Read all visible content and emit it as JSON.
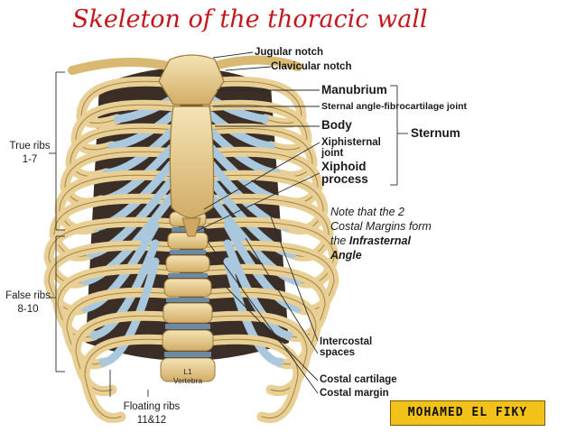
{
  "title": "Skeleton of the thoracic wall",
  "labels": {
    "jugular_notch": "Jugular notch",
    "clavicular_notch": "Clavicular notch",
    "manubrium": "Manubrium",
    "sternal_angle": "Sternal angle-fibrocartilage joint",
    "body": "Body",
    "sternum": "Sternum",
    "xiphisternal_line1": "Xiphisternal",
    "xiphisternal_line2": "joint",
    "xiphoid_line1": "Xiphoid",
    "xiphoid_line2": "process",
    "intercostal_line1": "Intercostal",
    "intercostal_line2": "spaces",
    "costal_cartilage": "Costal cartilage",
    "costal_margin": "Costal margin"
  },
  "note": {
    "line1": "Note that the 2",
    "line2": "Costal Margins form",
    "line3_prefix": "the ",
    "line3_bold": "Infrasternal",
    "line4_bold": "Angle"
  },
  "side_labels": {
    "true_ribs_line1": "True ribs",
    "true_ribs_line2": "1-7",
    "false_ribs_line1": "False ribs",
    "false_ribs_line2": "8-10",
    "floating_ribs_line1": "Floating ribs",
    "floating_ribs_line2": "11&12"
  },
  "vertebra": {
    "line1": "L1",
    "line2": "Vertebra"
  },
  "author_badge": "MOHAMED EL FIKY",
  "colors": {
    "title": "#c4161c",
    "bone": "#e8cf95",
    "bone_shadow": "#c9a25c",
    "cartilage": "#a9c8dd",
    "badge": "#f2c21b"
  }
}
